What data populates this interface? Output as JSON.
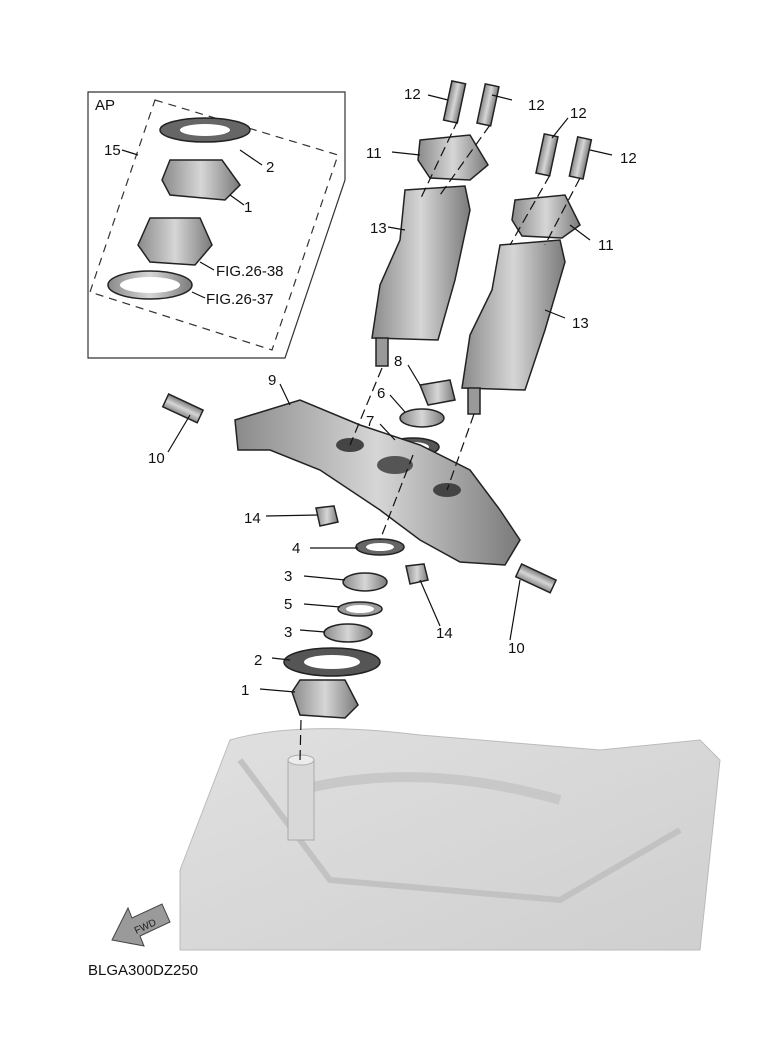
{
  "diagram_code": "BLGA300DZ250",
  "fwd_arrow_text": "FWD",
  "inset": {
    "title": "AP",
    "labels": [
      "15",
      "2",
      "1",
      "FIG.26-38",
      "FIG.26-37"
    ]
  },
  "callouts": {
    "bolt_12_a": "12",
    "bolt_12_b": "12",
    "bolt_12_c": "12",
    "bolt_12_d": "12",
    "cap_11_a": "11",
    "cap_11_b": "11",
    "riser_13_a": "13",
    "riser_13_b": "13",
    "p8": "8",
    "p6": "6",
    "p7": "7",
    "p9": "9",
    "bolt_10_a": "10",
    "bolt_10_b": "10",
    "nut_14_a": "14",
    "nut_14_b": "14",
    "p4": "4",
    "p3_a": "3",
    "p5": "5",
    "p3_b": "3",
    "p2": "2",
    "p1": "1"
  },
  "colors": {
    "part_fill": "#b8b8b8",
    "frame_fill": "#e4e4e4",
    "line": "#111111"
  }
}
